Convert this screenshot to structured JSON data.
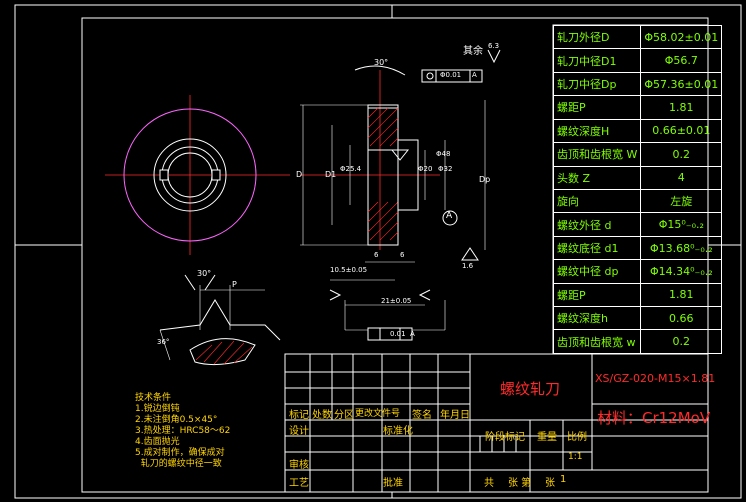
{
  "parameters": [
    {
      "label": "轧刀外径D",
      "value": "Φ58.02±0.01"
    },
    {
      "label": "轧刀中径D1",
      "value": "Φ56.7"
    },
    {
      "label": "轧刀中径Dp",
      "value": "Φ57.36±0.01"
    },
    {
      "label": "螺距P",
      "value": "1.81"
    },
    {
      "label": "螺纹深度H",
      "value": "0.66±0.01"
    },
    {
      "label": "齿顶和齿根宽 W",
      "value": "0.2"
    },
    {
      "label": "头数 Z",
      "value": "4"
    },
    {
      "label": "旋向",
      "value": "左旋"
    },
    {
      "label": "螺纹外径 d",
      "value": "Φ15⁰₋₀.₂"
    },
    {
      "label": "螺纹底径 d1",
      "value": "Φ13.68⁰₋₀.₂"
    },
    {
      "label": "螺纹中径 dp",
      "value": "Φ14.34⁰₋₀.₂"
    },
    {
      "label": "螺距P",
      "value": "1.81"
    },
    {
      "label": "螺纹深度h",
      "value": "0.66"
    },
    {
      "label": "齿顶和齿根宽 w",
      "value": "0.2"
    }
  ],
  "title_block": {
    "part_name": "螺纹轧刀",
    "drawing_no": "XS/GZ-020-M15×1.81",
    "material": "材料：Cr12MoV",
    "revision_row": [
      "标记",
      "处数",
      "分区",
      "更改文件号",
      "签名",
      "年月日"
    ],
    "design": "设计",
    "standardize": "标准化",
    "stage_mark": "阶段标记",
    "weight": "重量",
    "scale": "比例",
    "scale_value": "1:1",
    "review": "审核",
    "process": "工艺",
    "approve": "批准",
    "sheets_total": "共",
    "sheets_label": "张 第",
    "sheet_unit": "张",
    "sheet_no": "1"
  },
  "tech_notes": {
    "title": "技术条件",
    "lines": [
      "1.锐边倒钝",
      "2.未注倒角0.5×45°",
      "3.热处理：HRC58～62",
      "4.齿面抛光",
      "5.成对制作，确保成对",
      "  轧刀的螺纹中径一致"
    ]
  },
  "annotations": {
    "other_rough": "其余",
    "rough_main": "6.3",
    "rough_small": "1.6",
    "runout": "Φ0.01",
    "datum": "A",
    "flat_tol": "0.01",
    "angle_top": "30°",
    "angle_profile": "30°",
    "dim_D": "D",
    "dim_D1": "D1",
    "dim_Dp": "Dp",
    "dim_25": "Φ25.4",
    "dim_20": "Φ20",
    "dim_32": "Φ32",
    "dim_48": "Φ48",
    "dim_6a": "6",
    "dim_6b": "6",
    "dim_105": "10.5±0.05",
    "dim_21": "21±0.05",
    "dim_P": "P",
    "dim_36": "36°",
    "dim_16": "1.6"
  },
  "colors": {
    "background": "#000000",
    "frame": "#ffffff",
    "table_text": "#7fff00",
    "title_red": "#ff2a2a",
    "notes_yellow": "#ffd400",
    "magenta_circle": "#ff66ff"
  }
}
